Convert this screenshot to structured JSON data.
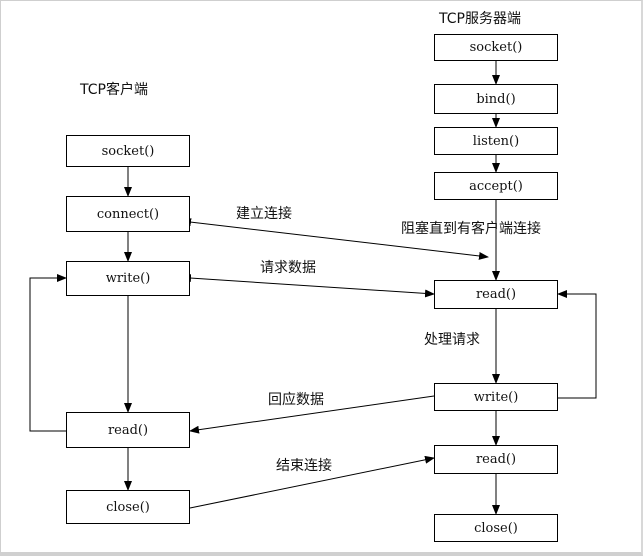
{
  "client": {
    "title": "TCP客户端",
    "steps": [
      "socket()",
      "connect()",
      "write()",
      "read()",
      "close()"
    ]
  },
  "server": {
    "title": "TCP服务器端",
    "steps": [
      "socket()",
      "bind()",
      "listen()",
      "accept()",
      "read()",
      "write()",
      "read()",
      "close()"
    ]
  },
  "labels": {
    "establish": "建立连接",
    "block": "阻塞直到有客户端连接",
    "request": "请求数据",
    "process": "处理请求",
    "reply": "回应数据",
    "finish": "结束连接"
  }
}
